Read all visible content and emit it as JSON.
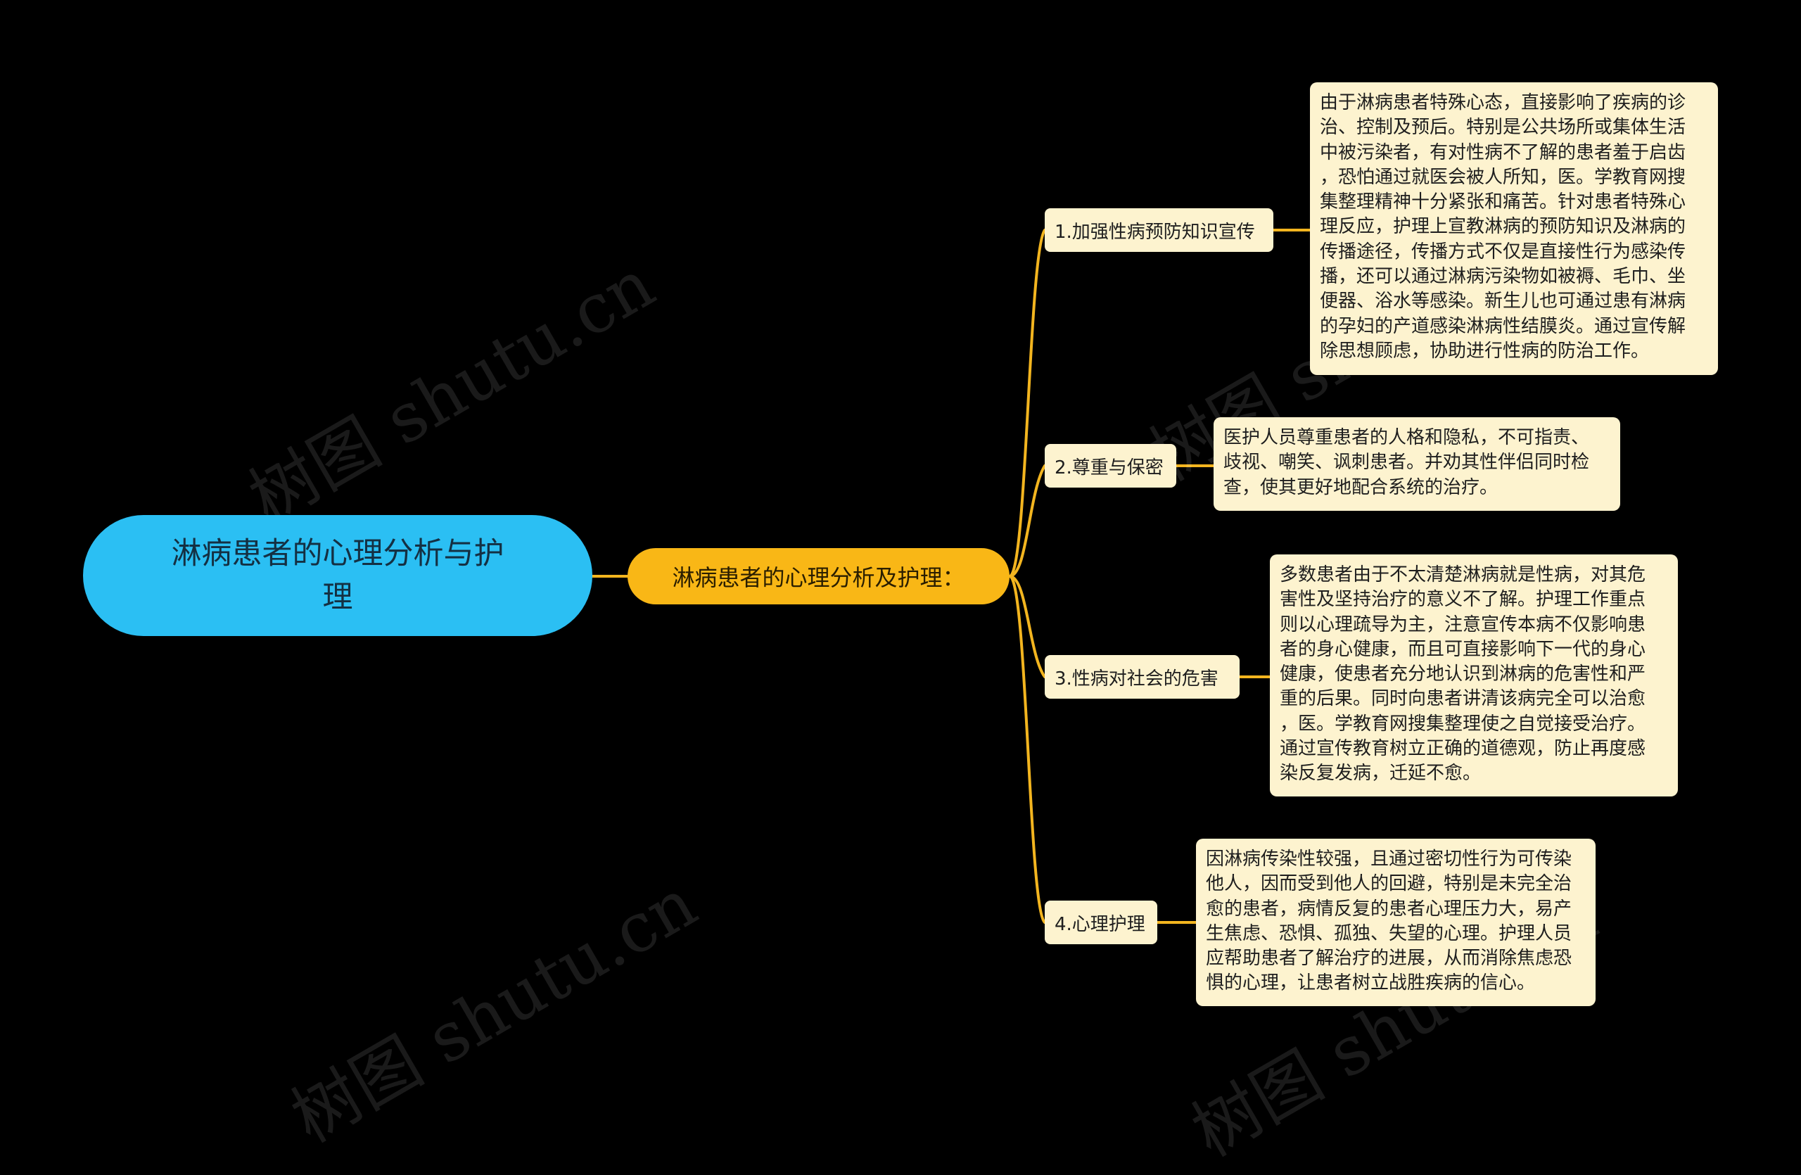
{
  "root": {
    "title": "淋病患者的心理分析与护理"
  },
  "branch": {
    "label": "淋病患者的心理分析及护理："
  },
  "topics": [
    {
      "label": "1.加强性病预防知识宣传",
      "note_lines": [
        "由于淋病患者特殊心态，直接影响了疾病的诊",
        "治、控制及预后。特别是公共场所或集体生活",
        "中被污染者，有对性病不了解的患者羞于启齿",
        "，恐怕通过就医会被人所知，医。学教育网搜",
        "集整理精神十分紧张和痛苦。针对患者特殊心",
        "理反应，护理上宣教淋病的预防知识及淋病的",
        "传播途径，传播方式不仅是直接性行为感染传",
        "播，还可以通过淋病污染物如被褥、毛巾、坐",
        "便器、浴水等感染。新生儿也可通过患有淋病",
        "的孕妇的产道感染淋病性结膜炎。通过宣传解",
        "除思想顾虑，协助进行性病的防治工作。"
      ]
    },
    {
      "label": "2.尊重与保密",
      "note_lines": [
        "医护人员尊重患者的人格和隐私，不可指责、",
        "歧视、嘲笑、讽刺患者。并劝其性伴侣同时检",
        "查，使其更好地配合系统的治疗。"
      ]
    },
    {
      "label": "3.性病对社会的危害",
      "note_lines": [
        "多数患者由于不太清楚淋病就是性病，对其危",
        "害性及坚持治疗的意义不了解。护理工作重点",
        "则以心理疏导为主，注意宣传本病不仅影响患",
        "者的身心健康，而且可直接影响下一代的身心",
        "健康，使患者充分地认识到淋病的危害性和严",
        "重的后果。同时向患者讲清该病完全可以治愈",
        "，医。学教育网搜集整理使之自觉接受治疗。",
        "通过宣传教育树立正确的道德观，防止再度感",
        "染反复发病，迁延不愈。"
      ]
    },
    {
      "label": "4.心理护理",
      "note_lines": [
        "因淋病传染性较强，且通过密切性行为可传染",
        "他人，因而受到他人的回避，特别是未完全治",
        "愈的患者，病情反复的患者心理压力大，易产",
        "生焦虑、恐惧、孤独、失望的心理。护理人员",
        "应帮助患者了解治疗的进展，从而消除焦虑恐",
        "惧的心理，让患者树立战胜疾病的信心。"
      ]
    }
  ],
  "watermark": {
    "text": "树图 shutu.cn"
  },
  "colors": {
    "background": "#000000",
    "root": "#2bbff3",
    "branch": "#f9b716",
    "connector": "#f3b51f",
    "card": "#fdf3cf"
  }
}
